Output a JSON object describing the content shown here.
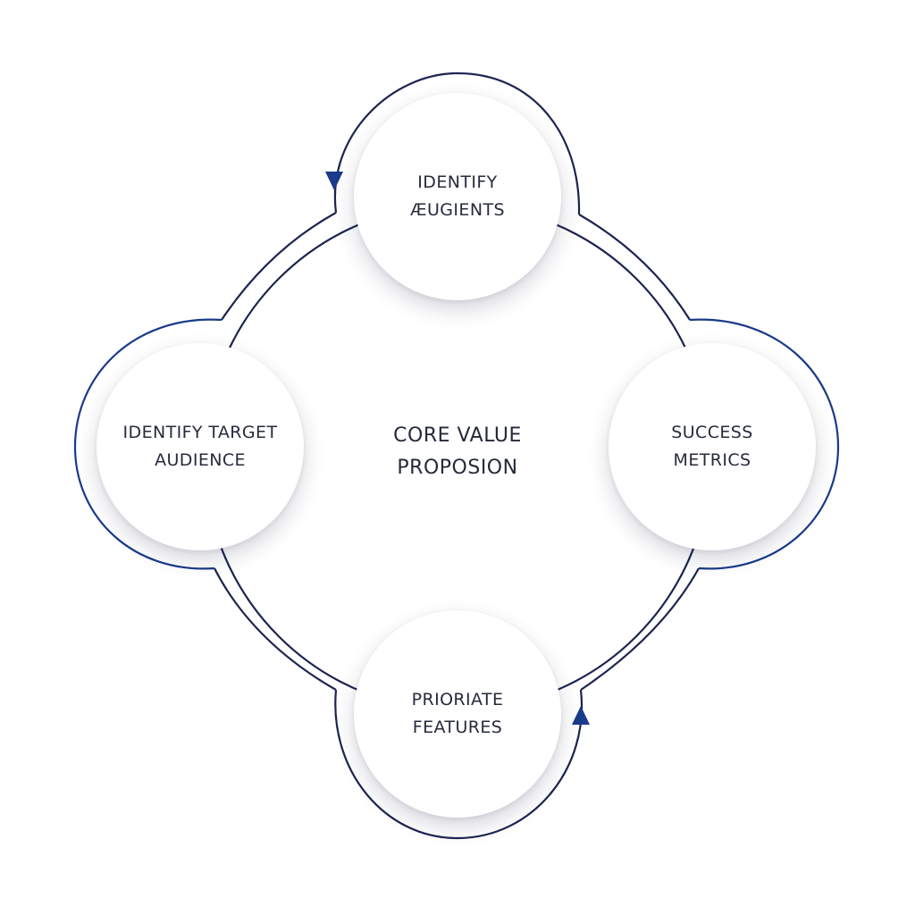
{
  "center": {
    "line1": "CORE VALUE",
    "line2": "PROPOSION"
  },
  "nodes": {
    "top": {
      "line1": "IDENTIFY",
      "line2": "ÆUGIENTS"
    },
    "left": {
      "line1": "IDENTIFY TARGET",
      "line2": "AUDIENCE"
    },
    "right": {
      "line1": "SUCCESS",
      "line2": "METRICS"
    },
    "bottom": {
      "line1": "PRIORIATE",
      "line2": "FEATURES"
    }
  },
  "colors": {
    "ring_stroke": "#1d2450",
    "accent": "#1a3a8a",
    "text": "#262b3d"
  },
  "icons": [
    "arrow-down-icon",
    "arrow-up-icon"
  ]
}
